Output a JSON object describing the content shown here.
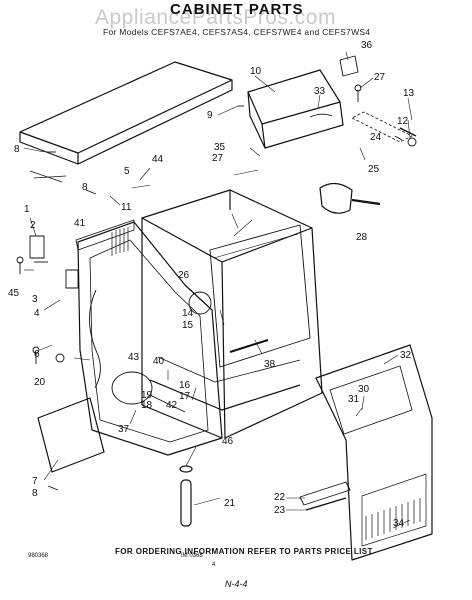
{
  "header": {
    "watermark": "AppliancePartsPros.com",
    "title": "CABINET PARTS",
    "subtitle": "For Models CEFS7AE4, CEFS7AS4, CEFS7WE4 and CEFS7WS4"
  },
  "footer": {
    "note": "FOR ORDERING INFORMATION REFER TO PARTS PRICE LIST",
    "figure_code": "IM 0368",
    "left_code": "980368",
    "page_number": "4",
    "page_code": "N-4-4"
  },
  "callouts": [
    "1",
    "2",
    "3",
    "4",
    "5",
    "6",
    "7",
    "8",
    "8",
    "8",
    "9",
    "10",
    "11",
    "12",
    "13",
    "14",
    "15",
    "16",
    "17",
    "18",
    "19",
    "20",
    "21",
    "22",
    "23",
    "24",
    "25",
    "26",
    "27",
    "27",
    "28",
    "30",
    "31",
    "32",
    "33",
    "34",
    "35",
    "36",
    "37",
    "38",
    "40",
    "41",
    "42",
    "43",
    "44",
    "45",
    "46"
  ]
}
